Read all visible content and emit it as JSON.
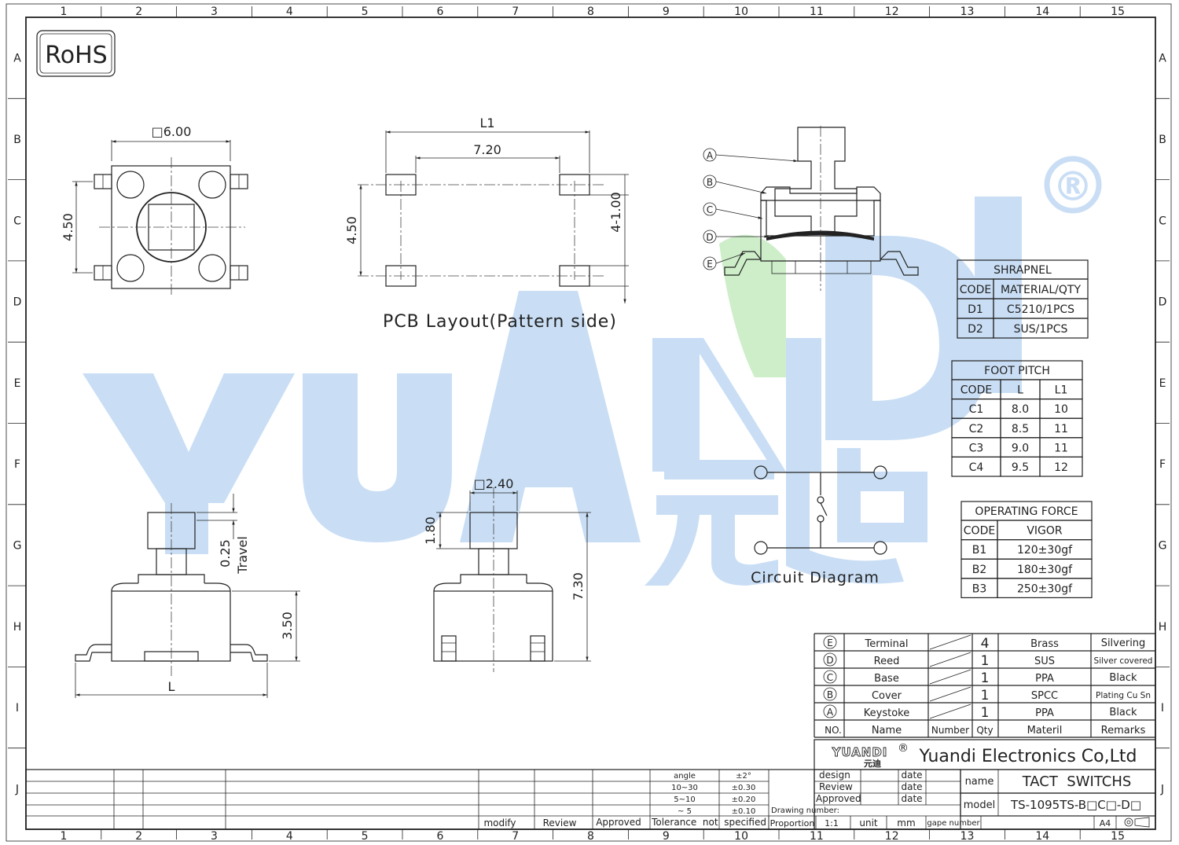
{
  "frame": {
    "columns": [
      "1",
      "2",
      "3",
      "4",
      "5",
      "6",
      "7",
      "8",
      "9",
      "10",
      "11",
      "12",
      "13",
      "14",
      "15"
    ],
    "rows": [
      "A",
      "B",
      "C",
      "D",
      "E",
      "F",
      "G",
      "H",
      "I",
      "J"
    ]
  },
  "rohs": "RoHS",
  "watermark": {
    "brand": "YUANDI",
    "cn": "元迪",
    "reg": "®",
    "colors": {
      "blue": "#c9def5",
      "green": "#cdeec9"
    }
  },
  "top_view": {
    "size": "□6.00",
    "pitch_v": "4.50"
  },
  "pcb": {
    "l1": "L1",
    "inner": "7.20",
    "pitch": "4.50",
    "pads": "4-1.00",
    "caption": "PCB Layout(Pattern side)"
  },
  "section": {
    "labels": [
      "A",
      "B",
      "C",
      "D",
      "E"
    ]
  },
  "side_view": {
    "travel_val": "0.25",
    "travel_lbl": "Travel",
    "body_h": "3.50",
    "length": "L"
  },
  "front_view": {
    "stem": "□2.40",
    "stem_h": "1.80",
    "total_h": "7.30"
  },
  "circuit": {
    "caption": "Circuit Diagram"
  },
  "shrapnel": {
    "title": "SHRAPNEL",
    "headers": [
      "CODE",
      "MATERIAL/QTY"
    ],
    "rows": [
      [
        "D1",
        "C5210/1PCS"
      ],
      [
        "D2",
        "SUS/1PCS"
      ]
    ]
  },
  "foot_pitch": {
    "title": "FOOT PITCH",
    "headers": [
      "CODE",
      "L",
      "L1"
    ],
    "rows": [
      [
        "C1",
        "8.0",
        "10"
      ],
      [
        "C2",
        "8.5",
        "11"
      ],
      [
        "C3",
        "9.0",
        "11"
      ],
      [
        "C4",
        "9.5",
        "12"
      ]
    ]
  },
  "force": {
    "title": "OPERATING FORCE",
    "headers": [
      "CODE",
      "VIGOR"
    ],
    "rows": [
      [
        "B1",
        "120±30gf"
      ],
      [
        "B2",
        "180±30gf"
      ],
      [
        "B3",
        "250±30gf"
      ]
    ]
  },
  "bom": {
    "rows": [
      {
        "no": "E",
        "name": "Terminal",
        "qty": "4",
        "mat": "Brass",
        "rem": "Silvering"
      },
      {
        "no": "D",
        "name": "Reed",
        "qty": "1",
        "mat": "SUS",
        "rem": "Silver covered"
      },
      {
        "no": "C",
        "name": "Base",
        "qty": "1",
        "mat": "PPA",
        "rem": "Black"
      },
      {
        "no": "B",
        "name": "Cover",
        "qty": "1",
        "mat": "SPCC",
        "rem": "Plating Cu Sn"
      },
      {
        "no": "A",
        "name": "Keystoke",
        "qty": "1",
        "mat": "PPA",
        "rem": "Black"
      }
    ],
    "header": {
      "no": "NO.",
      "name": "Name",
      "number": "Number",
      "qty": "Qty",
      "mat": "Materil",
      "rem": "Remarks"
    }
  },
  "title_block": {
    "company_logo": "YUANDI",
    "company_logo_cn": "元迪",
    "company_reg": "®",
    "company": "Yuandi Electronics Co,Ltd",
    "name_lbl": "name",
    "name_val": "TACT  SWITCHS",
    "model_lbl": "model",
    "model_val": "TS-1095TS-B□C□-D□",
    "design": "design",
    "review": "Review",
    "approved": "Approved",
    "date": "date",
    "drawing_number": "Drawing number:",
    "proportion": "Proportion",
    "ratio": "1:1",
    "unit": "unit",
    "mm": "mm",
    "page_number": "gape number",
    "size": "A4",
    "tolerance": [
      [
        "angle",
        "±2°"
      ],
      [
        "10~30",
        "±0.30"
      ],
      [
        "5~10",
        "±0.20"
      ],
      [
        "~ 5",
        "±0.10"
      ]
    ],
    "tolerance_note": "Tolerance  not  specified",
    "modify": "modify",
    "review2": "Review",
    "approved2": "Approved"
  }
}
